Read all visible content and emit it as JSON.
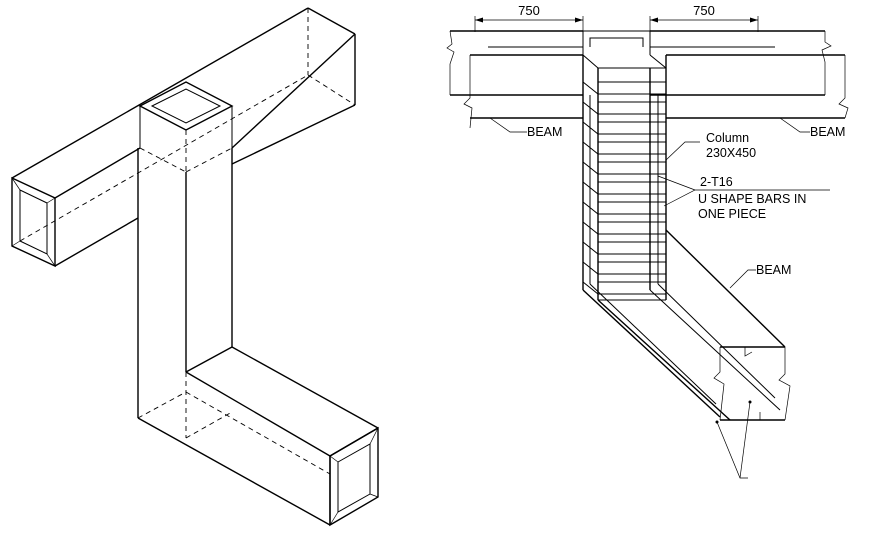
{
  "dimensions": {
    "left": "750",
    "right": "750"
  },
  "labels": {
    "beam_left": "BEAM",
    "beam_right": "BEAM",
    "beam_lower": "BEAM",
    "column_line1": "Column",
    "column_line2": "230X450",
    "bars_line1": "2-T16",
    "bars_line2": "U SHAPE BARS IN",
    "bars_line3": "ONE PIECE"
  }
}
